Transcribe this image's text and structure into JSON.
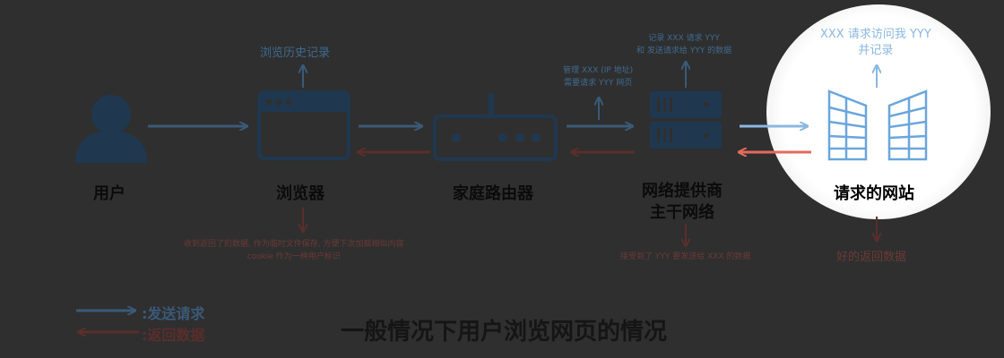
{
  "nodes": {
    "user": "用户",
    "browser": "浏览器",
    "router": "家庭路由器",
    "isp": "网络提供商\n主干网络",
    "website": "请求的网站"
  },
  "notes": {
    "browser_top": "浏览历史记录",
    "browser_bottom": "收到返回了的数据, 作为临时文件保存, 方便下次加载相似内容\ncookie 作为一种用户标识",
    "router_isp_top": "管理 XXX (IP 地址)\n需要请求 YYY 网页",
    "isp_top": "记录 XXX 请求 YYY\n和 发送请求给 YYY 的数据",
    "isp_bottom": "接受到了 YYY 要发送给 XXX 的数据",
    "website_top": "XXX 请求访问我 YYY\n并记录",
    "website_bottom": "好的返回数据"
  },
  "legend": {
    "send": ":发送请求",
    "return": ":返回数据"
  },
  "title": "一般情况下用户浏览网页的情况",
  "colors": {
    "background": "#2f2f2f",
    "icon_dim": "#1f3850",
    "send_arrow_dim": "#3a5a78",
    "return_arrow_dim": "#5a2e2b",
    "send_arrow_bright": "#8ab8e0",
    "return_arrow_bright": "#e46a5e",
    "icon_bright": "#6aa6dc"
  }
}
